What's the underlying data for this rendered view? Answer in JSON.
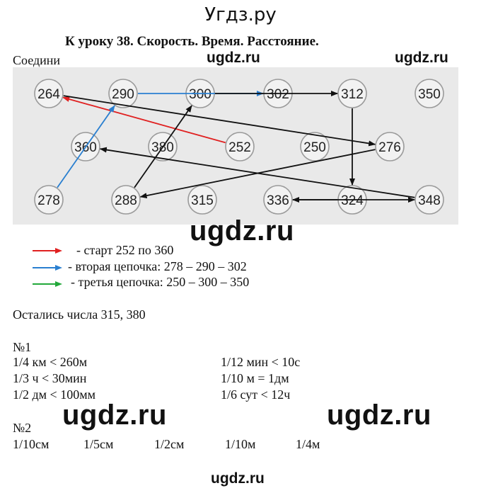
{
  "site_title": "Угдз.ру",
  "heading": "К уроку 38. Скорость. Время. Расстояние.",
  "connect_label": "Соедини",
  "watermarks": {
    "top_center": "ugdz.ru",
    "top_right": "ugdz.ru",
    "middle": "ugdz.ru",
    "lower_left": "ugdz.ru",
    "lower_right": "ugdz.ru",
    "bottom": "ugdz.ru"
  },
  "diagram": {
    "rows": [
      [
        "264",
        "290",
        "300",
        "302",
        "312",
        "350"
      ],
      [
        "360",
        "380",
        "252",
        "250",
        "276"
      ],
      [
        "278",
        "288",
        "315",
        "336",
        "324",
        "348"
      ]
    ],
    "colors": {
      "red": "#e02020",
      "blue": "#2a7fd0",
      "green": "#22a83a",
      "black": "#111111"
    },
    "arrows": [
      {
        "from": "252",
        "to": "264",
        "color": "red"
      },
      {
        "from": "278",
        "to": "290",
        "color": "blue"
      },
      {
        "from": "290",
        "to": "302",
        "color": "blue"
      },
      {
        "from": "264",
        "to": "276",
        "color": "black"
      },
      {
        "from": "276",
        "to": "288",
        "color": "black"
      },
      {
        "from": "288",
        "to": "300",
        "color": "black"
      },
      {
        "from": "300",
        "to": "312",
        "color": "black"
      },
      {
        "from": "312",
        "to": "324",
        "color": "black"
      },
      {
        "from": "324",
        "to": "336",
        "color": "black"
      },
      {
        "from": "336",
        "to": "348",
        "color": "black"
      },
      {
        "from": "348",
        "to": "360",
        "color": "black"
      }
    ]
  },
  "legend": [
    {
      "color": "red",
      "text": " - старт 252 по 360"
    },
    {
      "color": "blue",
      "text": "- вторая цепочка: 278 – 290 – 302"
    },
    {
      "color": "green",
      "text": " - третья цепочка: 250 – 300 – 350"
    }
  ],
  "remaining": "Остались числа 315, 380",
  "task1": {
    "label": "№1",
    "left": [
      "1/4 км < 260м",
      "1/3 ч < 30мин",
      "1/2 дм < 100мм"
    ],
    "right": [
      "1/12 мин < 10с",
      "1/10 м = 1дм",
      "1/6 сут < 12ч"
    ]
  },
  "task2": {
    "label": "№2",
    "items": [
      "1/10см",
      "1/5см",
      "1/2см",
      "1/10м",
      "1/4м"
    ]
  }
}
